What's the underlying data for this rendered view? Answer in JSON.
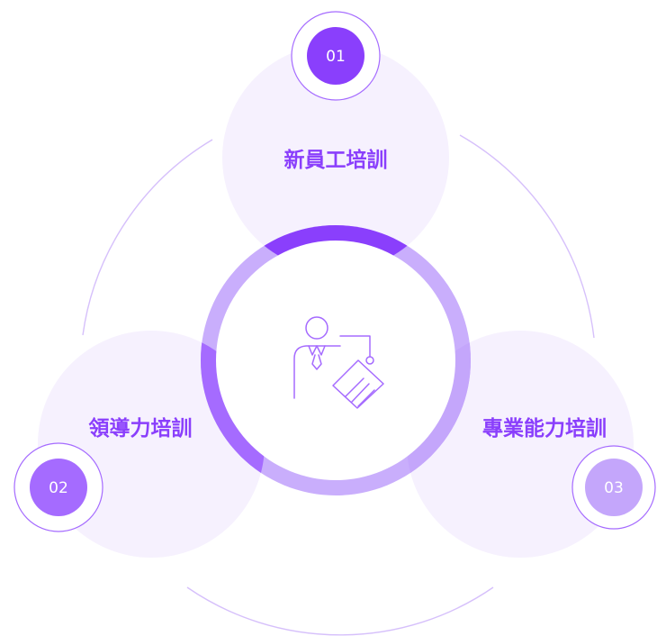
{
  "colors": {
    "accent_dark": "#8a3ffc",
    "accent_mid": "#a56bff",
    "accent_light": "#c4a6fb",
    "bubble_fill": "#f6f1fe",
    "arc_line": "#d6c0fb",
    "text_color": "#8a3ffc",
    "number_text": "#ffffff"
  },
  "center_icon": "business-handshake-icon",
  "items": [
    {
      "number": "01",
      "label": "新員工培訓"
    },
    {
      "number": "02",
      "label": "領導力培訓"
    },
    {
      "number": "03",
      "label": "專業能力培訓"
    }
  ]
}
